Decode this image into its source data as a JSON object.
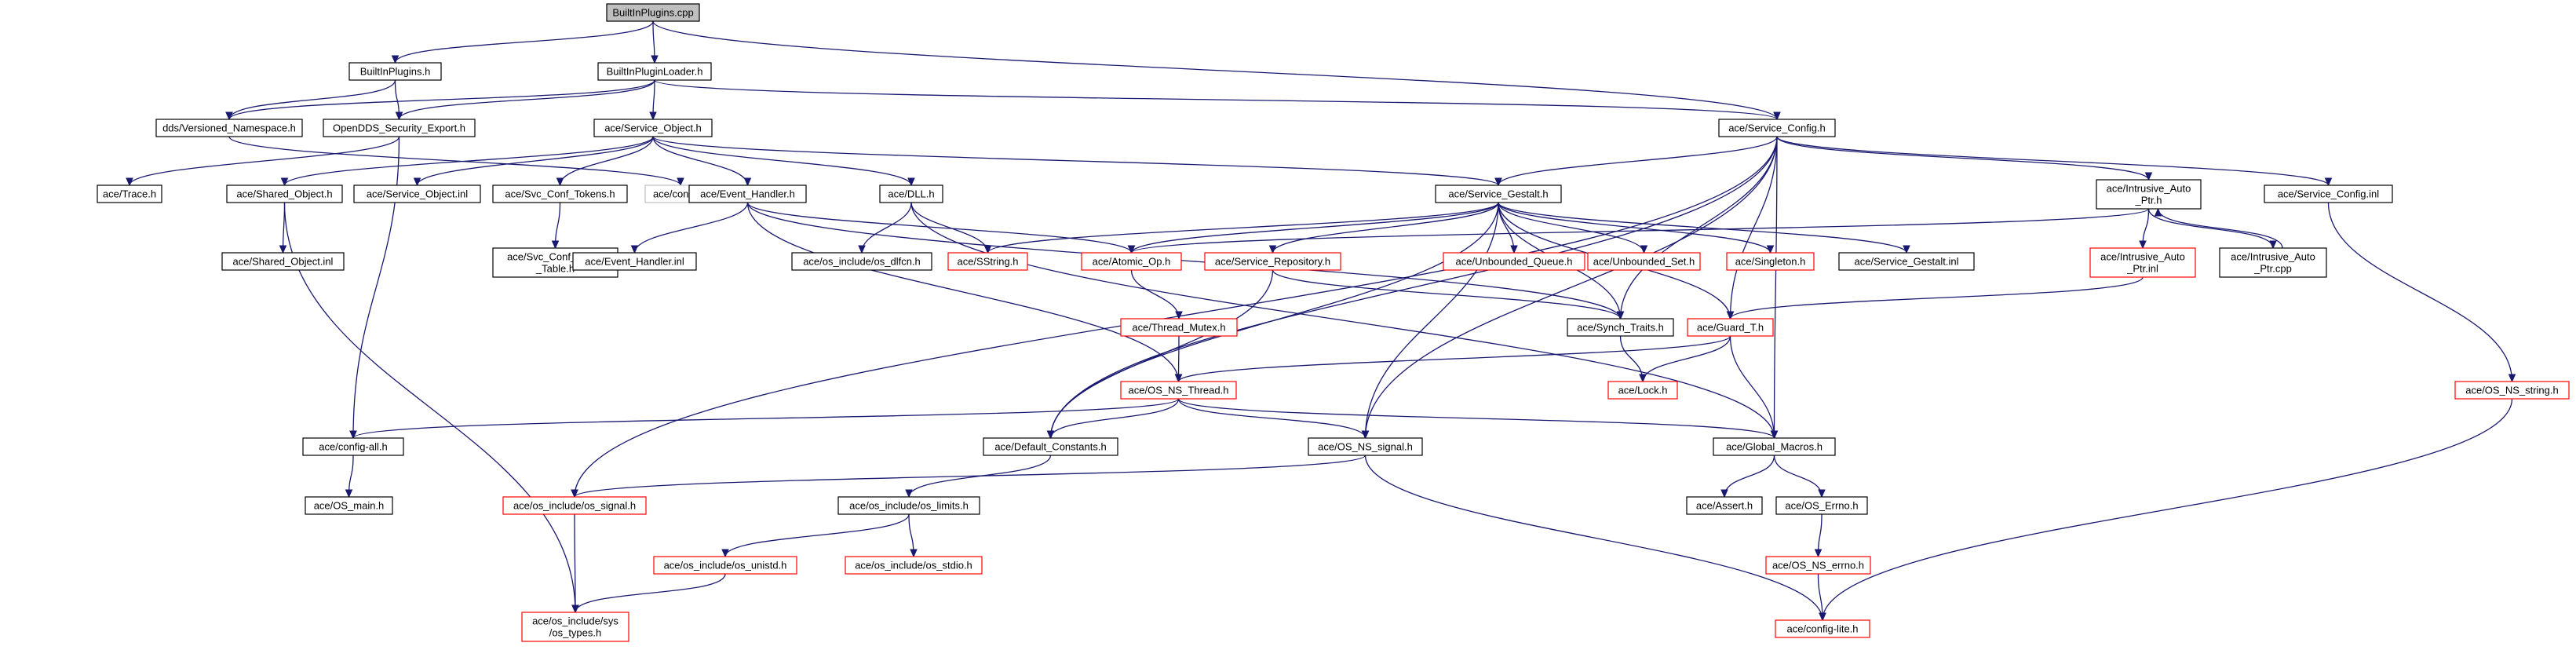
{
  "graph": {
    "title": "BuiltInPlugins.cpp",
    "colors": {
      "edge": "#191970",
      "root_fill": "#bfbfbf",
      "normal_border": "#000000",
      "external_border": "#ff0000",
      "missing_border": "#bfbfbf",
      "text": "#000000"
    },
    "nodes": [
      {
        "id": "n_root",
        "label": "BuiltInPlugins.cpp",
        "kind": "root"
      },
      {
        "id": "n_builtinplugins_h",
        "label": "BuiltInPlugins.h",
        "kind": "normal"
      },
      {
        "id": "n_builtinpluginloader_h",
        "label": "BuiltInPluginLoader.h",
        "kind": "normal"
      },
      {
        "id": "n_versioned_ns",
        "label": "dds/Versioned_Namespace.h",
        "kind": "normal"
      },
      {
        "id": "n_opendds_security_export",
        "label": "OpenDDS_Security_Export.h",
        "kind": "normal"
      },
      {
        "id": "n_config_h",
        "label": "ace/config.h",
        "kind": "missing"
      },
      {
        "id": "n_trace_h",
        "label": "ace/Trace.h",
        "kind": "normal"
      },
      {
        "id": "n_service_object_h",
        "label": "ace/Service_Object.h",
        "kind": "normal"
      },
      {
        "id": "n_service_config_h",
        "label": "ace/Service_Config.h",
        "kind": "normal"
      },
      {
        "id": "n_shared_object_h",
        "label": "ace/Shared_Object.h",
        "kind": "normal"
      },
      {
        "id": "n_service_object_inl",
        "label": "ace/Service_Object.inl",
        "kind": "normal"
      },
      {
        "id": "n_svc_conf_tokens_h",
        "label": "ace/Svc_Conf_Tokens.h",
        "kind": "normal"
      },
      {
        "id": "n_event_handler_h",
        "label": "ace/Event_Handler.h",
        "kind": "normal"
      },
      {
        "id": "n_dll_h",
        "label": "ace/DLL.h",
        "kind": "normal"
      },
      {
        "id": "n_service_gestalt_h",
        "label": "ace/Service_Gestalt.h",
        "kind": "normal"
      },
      {
        "id": "n_intrusive_auto_ptr_h",
        "label": "ace/Intrusive_Auto\n_Ptr.h",
        "kind": "normal"
      },
      {
        "id": "n_service_config_inl",
        "label": "ace/Service_Config.inl",
        "kind": "normal"
      },
      {
        "id": "n_shared_object_inl",
        "label": "ace/Shared_Object.inl",
        "kind": "normal"
      },
      {
        "id": "n_svc_conf_token_table_h",
        "label": "ace/Svc_Conf_Token\n_Table.h",
        "kind": "normal"
      },
      {
        "id": "n_event_handler_inl",
        "label": "ace/Event_Handler.inl",
        "kind": "normal"
      },
      {
        "id": "n_os_dlfcn_h",
        "label": "ace/os_include/os_dlfcn.h",
        "kind": "normal"
      },
      {
        "id": "n_sstring_h",
        "label": "ace/SString.h",
        "kind": "external"
      },
      {
        "id": "n_atomic_op_h",
        "label": "ace/Atomic_Op.h",
        "kind": "external"
      },
      {
        "id": "n_service_repository_h",
        "label": "ace/Service_Repository.h",
        "kind": "external"
      },
      {
        "id": "n_unbounded_queue_h",
        "label": "ace/Unbounded_Queue.h",
        "kind": "external"
      },
      {
        "id": "n_unbounded_set_h",
        "label": "ace/Unbounded_Set.h",
        "kind": "external"
      },
      {
        "id": "n_singleton_h",
        "label": "ace/Singleton.h",
        "kind": "external"
      },
      {
        "id": "n_service_gestalt_inl",
        "label": "ace/Service_Gestalt.inl",
        "kind": "normal"
      },
      {
        "id": "n_intrusive_auto_ptr_inl",
        "label": "ace/Intrusive_Auto\n_Ptr.inl",
        "kind": "external"
      },
      {
        "id": "n_intrusive_auto_ptr_cpp",
        "label": "ace/Intrusive_Auto\n_Ptr.cpp",
        "kind": "normal"
      },
      {
        "id": "n_thread_mutex_h",
        "label": "ace/Thread_Mutex.h",
        "kind": "external"
      },
      {
        "id": "n_synch_traits_h",
        "label": "ace/Synch_Traits.h",
        "kind": "normal"
      },
      {
        "id": "n_guard_t_h",
        "label": "ace/Guard_T.h",
        "kind": "external"
      },
      {
        "id": "n_lock_h",
        "label": "ace/Lock.h",
        "kind": "external"
      },
      {
        "id": "n_os_ns_thread_h",
        "label": "ace/OS_NS_Thread.h",
        "kind": "external"
      },
      {
        "id": "n_os_ns_string_h",
        "label": "ace/OS_NS_string.h",
        "kind": "external"
      },
      {
        "id": "n_config_all_h",
        "label": "ace/config-all.h",
        "kind": "normal"
      },
      {
        "id": "n_default_constants_h",
        "label": "ace/Default_Constants.h",
        "kind": "normal"
      },
      {
        "id": "n_os_ns_signal_h",
        "label": "ace/OS_NS_signal.h",
        "kind": "normal"
      },
      {
        "id": "n_global_macros_h",
        "label": "ace/Global_Macros.h",
        "kind": "normal"
      },
      {
        "id": "n_os_main_h",
        "label": "ace/OS_main.h",
        "kind": "normal"
      },
      {
        "id": "n_os_signal_h",
        "label": "ace/os_include/os_signal.h",
        "kind": "external"
      },
      {
        "id": "n_os_limits_h",
        "label": "ace/os_include/os_limits.h",
        "kind": "normal"
      },
      {
        "id": "n_assert_h",
        "label": "ace/Assert.h",
        "kind": "normal"
      },
      {
        "id": "n_os_errno_h",
        "label": "ace/OS_Errno.h",
        "kind": "normal"
      },
      {
        "id": "n_os_unistd_h",
        "label": "ace/os_include/os_unistd.h",
        "kind": "external"
      },
      {
        "id": "n_os_stdio_h",
        "label": "ace/os_include/os_stdio.h",
        "kind": "external"
      },
      {
        "id": "n_os_ns_errno_h",
        "label": "ace/OS_NS_errno.h",
        "kind": "external"
      },
      {
        "id": "n_os_types_h",
        "label": "ace/os_include/sys\n/os_types.h",
        "kind": "external"
      },
      {
        "id": "n_config_lite_h",
        "label": "ace/config-lite.h",
        "kind": "external"
      }
    ],
    "edges": [
      [
        "n_root",
        "n_builtinplugins_h"
      ],
      [
        "n_root",
        "n_builtinpluginloader_h"
      ],
      [
        "n_root",
        "n_service_config_h"
      ],
      [
        "n_builtinplugins_h",
        "n_versioned_ns"
      ],
      [
        "n_builtinplugins_h",
        "n_opendds_security_export"
      ],
      [
        "n_builtinpluginloader_h",
        "n_versioned_ns"
      ],
      [
        "n_builtinpluginloader_h",
        "n_opendds_security_export"
      ],
      [
        "n_builtinpluginloader_h",
        "n_service_object_h"
      ],
      [
        "n_builtinpluginloader_h",
        "n_service_config_h"
      ],
      [
        "n_versioned_ns",
        "n_config_h"
      ],
      [
        "n_opendds_security_export",
        "n_trace_h"
      ],
      [
        "n_opendds_security_export",
        "n_config_all_h"
      ],
      [
        "n_service_object_h",
        "n_shared_object_h"
      ],
      [
        "n_service_object_h",
        "n_service_object_inl"
      ],
      [
        "n_service_object_h",
        "n_svc_conf_tokens_h"
      ],
      [
        "n_service_object_h",
        "n_event_handler_h"
      ],
      [
        "n_service_object_h",
        "n_dll_h"
      ],
      [
        "n_service_object_h",
        "n_service_gestalt_h"
      ],
      [
        "n_service_config_h",
        "n_service_gestalt_h"
      ],
      [
        "n_service_config_h",
        "n_intrusive_auto_ptr_h"
      ],
      [
        "n_service_config_h",
        "n_service_config_inl"
      ],
      [
        "n_service_config_h",
        "n_synch_traits_h"
      ],
      [
        "n_service_config_h",
        "n_guard_t_h"
      ],
      [
        "n_service_config_h",
        "n_global_macros_h"
      ],
      [
        "n_service_config_h",
        "n_os_ns_signal_h"
      ],
      [
        "n_service_config_h",
        "n_default_constants_h"
      ],
      [
        "n_service_config_h",
        "n_os_signal_h"
      ],
      [
        "n_shared_object_h",
        "n_shared_object_inl"
      ],
      [
        "n_shared_object_h",
        "n_os_types_h"
      ],
      [
        "n_svc_conf_tokens_h",
        "n_svc_conf_token_table_h"
      ],
      [
        "n_event_handler_h",
        "n_event_handler_inl"
      ],
      [
        "n_event_handler_h",
        "n_atomic_op_h"
      ],
      [
        "n_event_handler_h",
        "n_synch_traits_h"
      ],
      [
        "n_event_handler_h",
        "n_os_ns_thread_h"
      ],
      [
        "n_dll_h",
        "n_os_dlfcn_h"
      ],
      [
        "n_dll_h",
        "n_sstring_h"
      ],
      [
        "n_dll_h",
        "n_global_macros_h"
      ],
      [
        "n_service_gestalt_h",
        "n_sstring_h"
      ],
      [
        "n_service_gestalt_h",
        "n_atomic_op_h"
      ],
      [
        "n_service_gestalt_h",
        "n_service_repository_h"
      ],
      [
        "n_service_gestalt_h",
        "n_unbounded_queue_h"
      ],
      [
        "n_service_gestalt_h",
        "n_unbounded_set_h"
      ],
      [
        "n_service_gestalt_h",
        "n_singleton_h"
      ],
      [
        "n_service_gestalt_h",
        "n_service_gestalt_inl"
      ],
      [
        "n_service_gestalt_h",
        "n_default_constants_h"
      ],
      [
        "n_service_gestalt_h",
        "n_os_ns_signal_h"
      ],
      [
        "n_service_gestalt_h",
        "n_synch_traits_h"
      ],
      [
        "n_service_gestalt_h",
        "n_guard_t_h"
      ],
      [
        "n_intrusive_auto_ptr_h",
        "n_intrusive_auto_ptr_inl"
      ],
      [
        "n_intrusive_auto_ptr_h",
        "n_intrusive_auto_ptr_cpp"
      ],
      [
        "n_intrusive_auto_ptr_h",
        "n_atomic_op_h"
      ],
      [
        "n_intrusive_auto_ptr_cpp",
        "n_intrusive_auto_ptr_h"
      ],
      [
        "n_intrusive_auto_ptr_inl",
        "n_guard_t_h"
      ],
      [
        "n_service_config_inl",
        "n_os_ns_string_h"
      ],
      [
        "n_atomic_op_h",
        "n_thread_mutex_h"
      ],
      [
        "n_thread_mutex_h",
        "n_os_ns_thread_h"
      ],
      [
        "n_service_repository_h",
        "n_synch_traits_h"
      ],
      [
        "n_service_repository_h",
        "n_default_constants_h"
      ],
      [
        "n_synch_traits_h",
        "n_lock_h"
      ],
      [
        "n_guard_t_h",
        "n_lock_h"
      ],
      [
        "n_guard_t_h",
        "n_global_macros_h"
      ],
      [
        "n_guard_t_h",
        "n_os_ns_thread_h"
      ],
      [
        "n_os_ns_thread_h",
        "n_config_all_h"
      ],
      [
        "n_os_ns_thread_h",
        "n_default_constants_h"
      ],
      [
        "n_os_ns_thread_h",
        "n_os_ns_signal_h"
      ],
      [
        "n_os_ns_thread_h",
        "n_global_macros_h"
      ],
      [
        "n_os_ns_string_h",
        "n_config_lite_h"
      ],
      [
        "n_config_all_h",
        "n_os_main_h"
      ],
      [
        "n_default_constants_h",
        "n_os_limits_h"
      ],
      [
        "n_os_ns_signal_h",
        "n_os_signal_h"
      ],
      [
        "n_os_ns_signal_h",
        "n_config_lite_h"
      ],
      [
        "n_global_macros_h",
        "n_assert_h"
      ],
      [
        "n_global_macros_h",
        "n_os_errno_h"
      ],
      [
        "n_os_signal_h",
        "n_os_types_h"
      ],
      [
        "n_os_limits_h",
        "n_os_unistd_h"
      ],
      [
        "n_os_limits_h",
        "n_os_stdio_h"
      ],
      [
        "n_os_unistd_h",
        "n_os_types_h"
      ],
      [
        "n_os_errno_h",
        "n_os_ns_errno_h"
      ],
      [
        "n_os_ns_errno_h",
        "n_config_lite_h"
      ]
    ]
  }
}
